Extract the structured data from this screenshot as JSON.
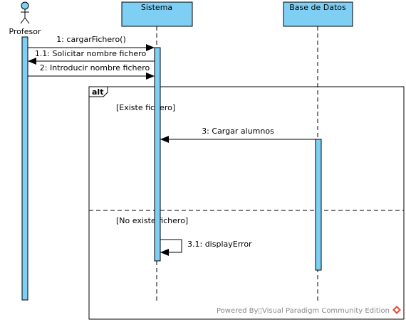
{
  "colors": {
    "box_fill": "#7fcff5",
    "stroke": "#000000",
    "watermark_text": "#8a8a8a",
    "logo": "#e0503a"
  },
  "actor": {
    "name": "Profesor",
    "icon": "stick-figure-actor-icon"
  },
  "lifelines": [
    {
      "id": "sistema",
      "name": "Sistema"
    },
    {
      "id": "base",
      "name": "Base de Datos"
    }
  ],
  "messages": [
    {
      "id": "m1",
      "label": "1: cargarFichero()"
    },
    {
      "id": "m1_1",
      "label": "1.1: Solicitar nombre fichero"
    },
    {
      "id": "m2",
      "label": "2: Introducir nombre fichero"
    },
    {
      "id": "m3",
      "label": "3: Cargar alumnos"
    },
    {
      "id": "m3_1",
      "label": "3.1: displayError"
    }
  ],
  "fragment": {
    "operator": "alt",
    "guards": [
      "[Existe fichero]",
      "[No existe fichero]"
    ]
  },
  "watermark": {
    "text": "Powered By▯Visual Paradigm Community Edition",
    "icon": "visual-paradigm-logo-icon"
  }
}
